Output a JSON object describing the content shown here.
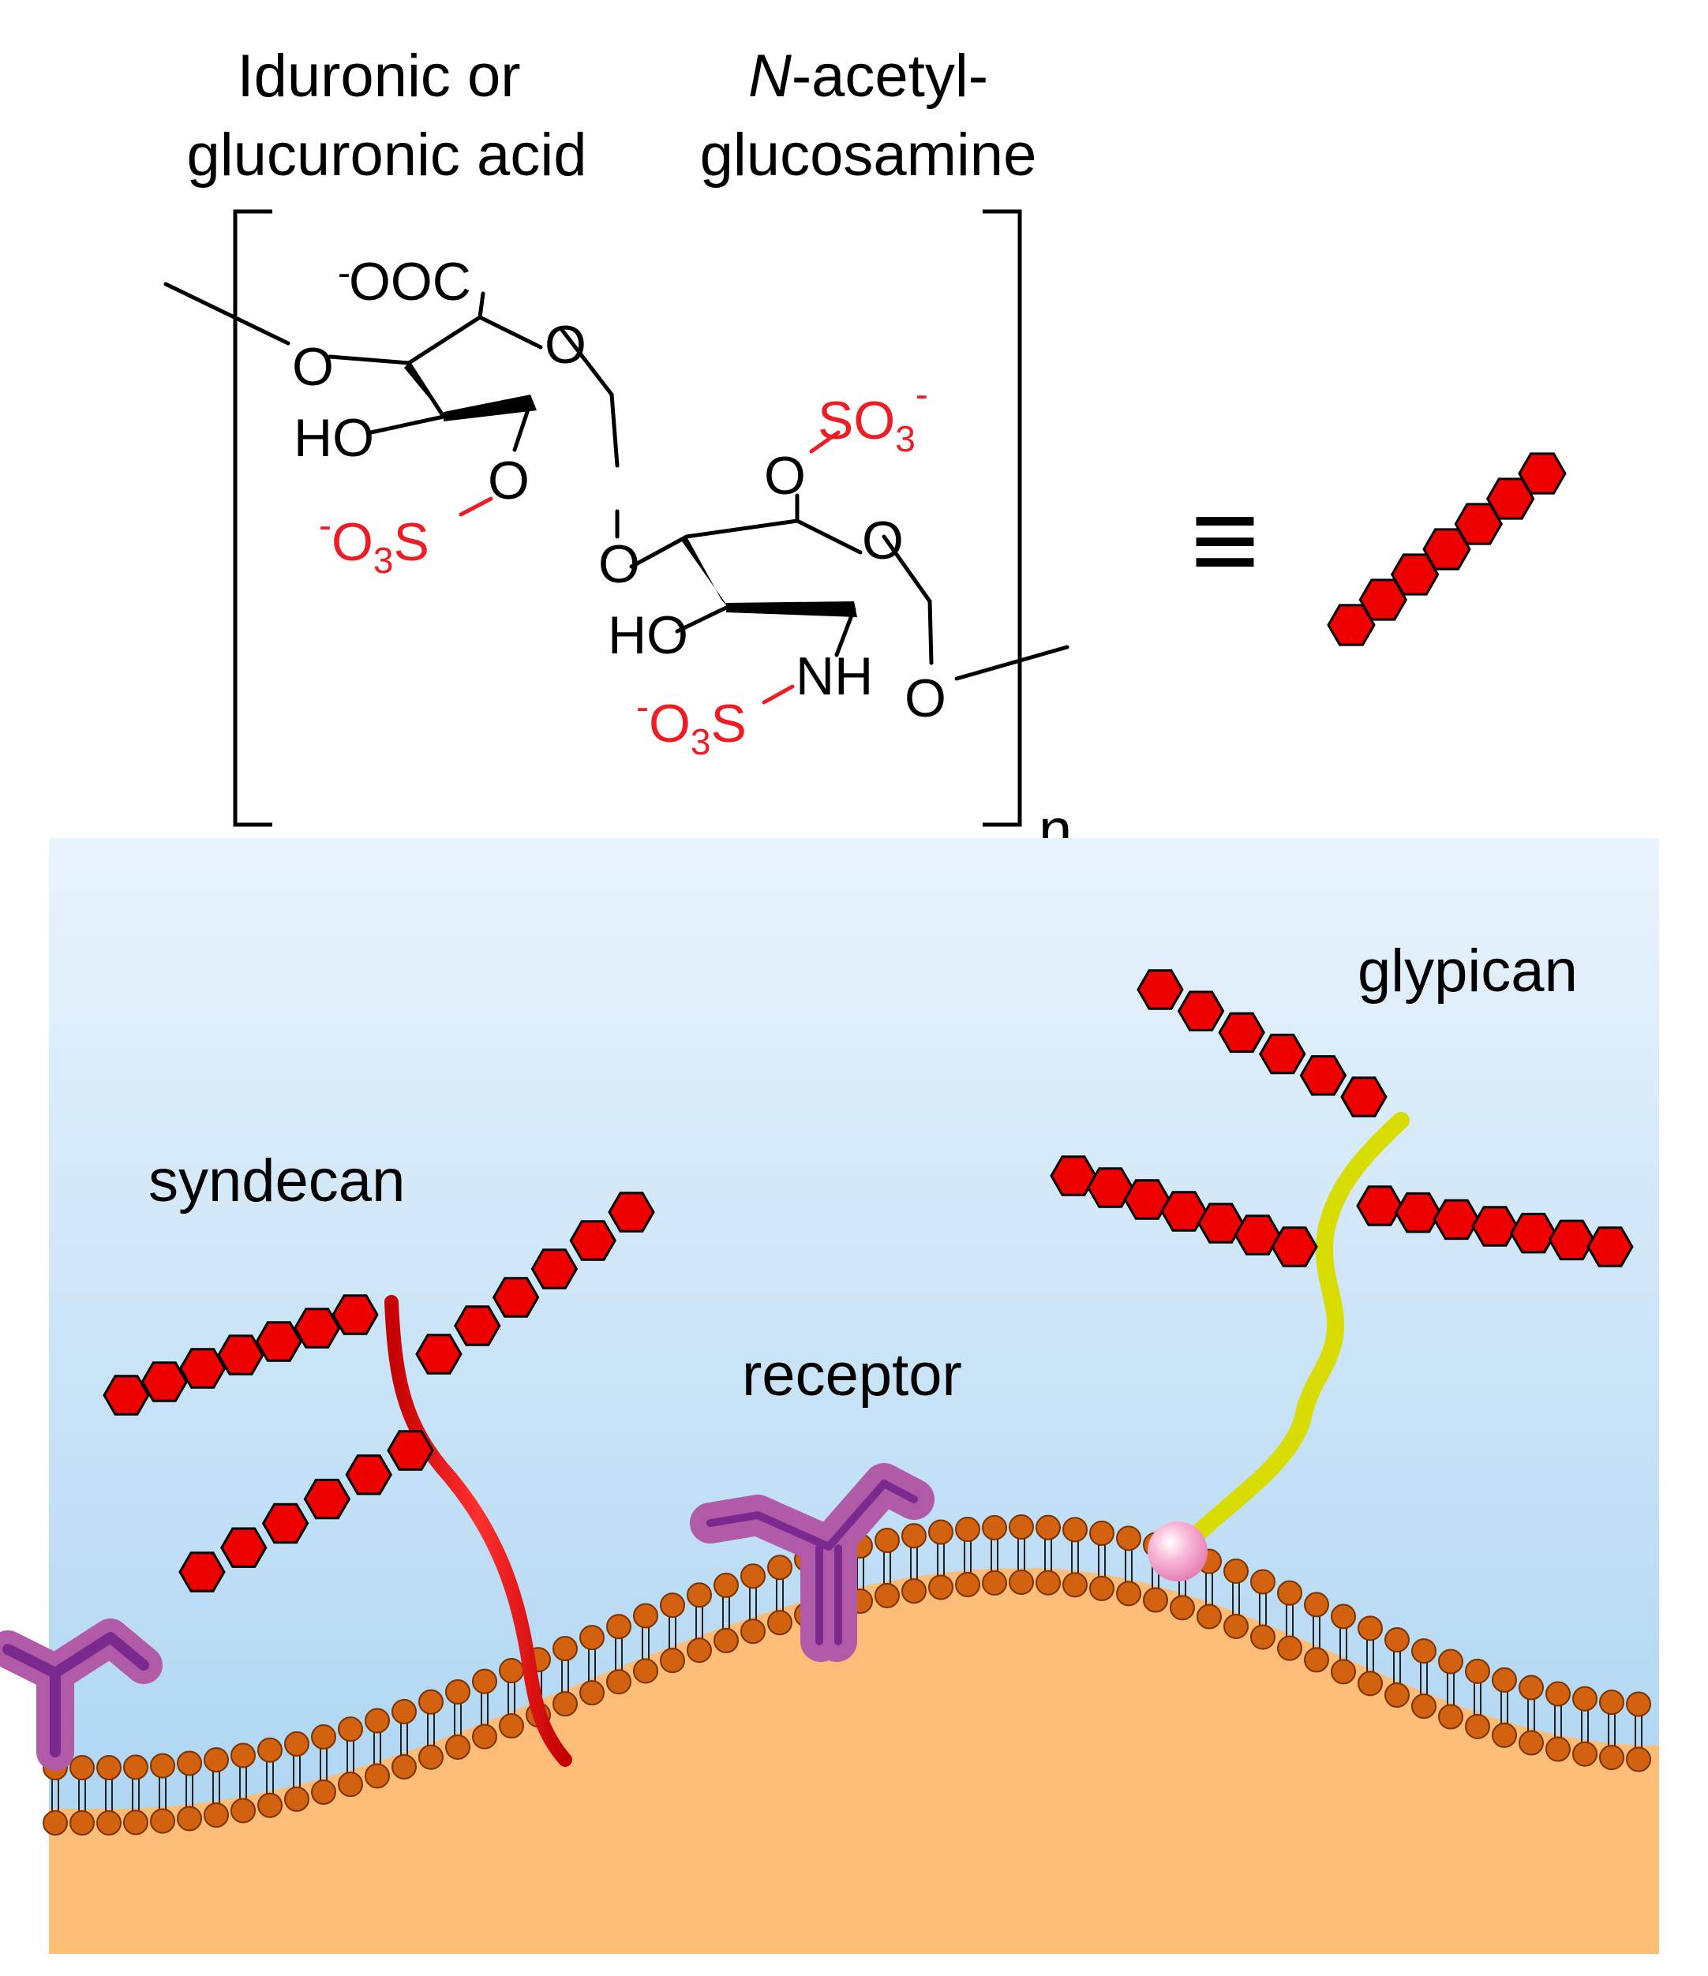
{
  "structure": {
    "label_uronic_line1": "Iduronic or",
    "label_uronic_line2": "glucuronic acid",
    "label_glcnac_italic": "N",
    "label_glcnac_line1_rest": "-acetyl-",
    "label_glcnac_line2": "glucosamine",
    "atom_coo": "OOC",
    "atom_o": "O",
    "atom_ho": "HO",
    "atom_nh": "NH",
    "atom_s": "S",
    "atom_so": "SO",
    "subscript_3": "3",
    "charge_minus": "-",
    "repeat_subscript": "n",
    "equivalence_symbol": "≡"
  },
  "membrane": {
    "label_syndecan": "syndecan",
    "label_glypican": "glypican",
    "label_receptor": "receptor"
  },
  "colors": {
    "sulfate_red": "#ee1c24",
    "hexagon_red": "#ee0000",
    "syndecan_core": "#ee1c1c",
    "glypican_core": "#d8dc00",
    "receptor_outer": "#b05aa8",
    "receptor_inner": "#7a2a8e",
    "lipid_head": "#d2620f",
    "cytoplasm": "#fbbd78",
    "extracellular_top": "#e9f3fc",
    "extracellular_bottom": "#a9d3f1",
    "gpi_anchor": "#f7a4cc"
  }
}
